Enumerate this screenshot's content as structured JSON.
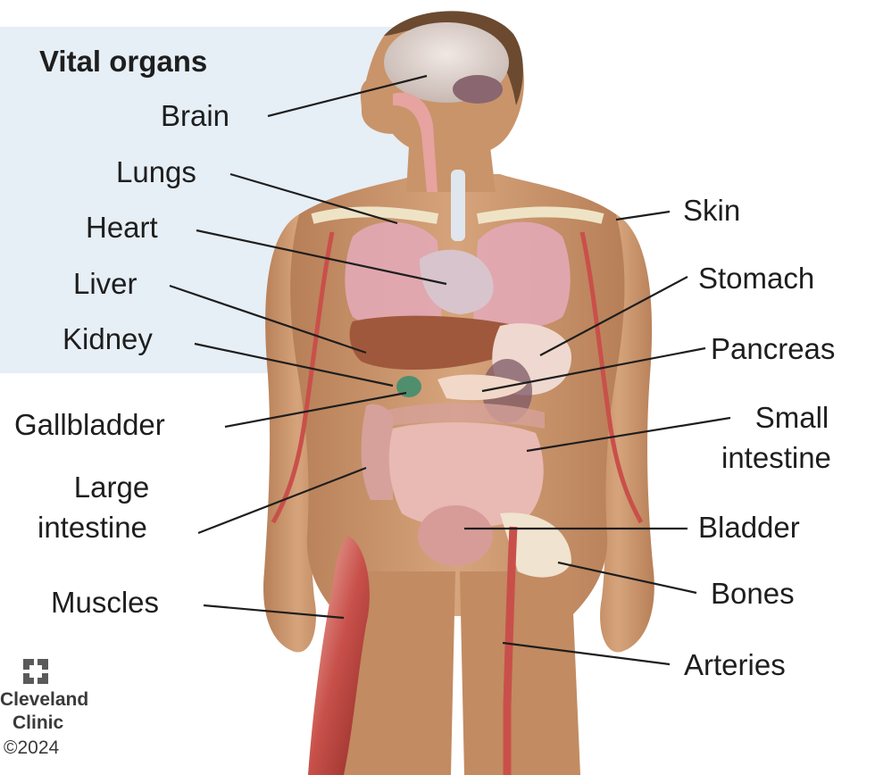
{
  "title": "Vital organs",
  "labels": {
    "brain": "Brain",
    "lungs": "Lungs",
    "heart": "Heart",
    "liver": "Liver",
    "kidney": "Kidney",
    "gallbladder": "Gallbladder",
    "large_intestine_1": "Large",
    "large_intestine_2": "intestine",
    "muscles": "Muscles",
    "skin": "Skin",
    "stomach": "Stomach",
    "pancreas": "Pancreas",
    "small_intestine_1": "Small",
    "small_intestine_2": "intestine",
    "bladder": "Bladder",
    "bones": "Bones",
    "arteries": "Arteries"
  },
  "logo": {
    "line1": "Cleveland",
    "line2": "Clinic",
    "copyright": "©2024"
  },
  "colors": {
    "panel": "#e6eef6",
    "skin": "#c9946a",
    "text": "#1e1e1e"
  }
}
